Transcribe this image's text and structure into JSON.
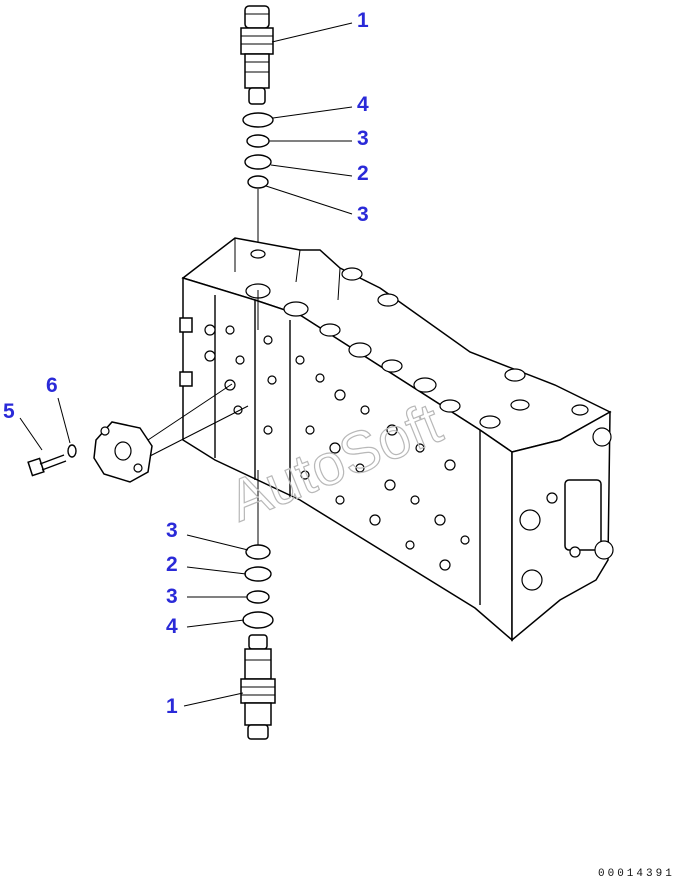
{
  "diagram": {
    "callouts": [
      {
        "id": "c-1-top",
        "label": "1"
      },
      {
        "id": "c-4-top",
        "label": "4"
      },
      {
        "id": "c-3-top-a",
        "label": "3"
      },
      {
        "id": "c-2-top",
        "label": "2"
      },
      {
        "id": "c-3-top-b",
        "label": "3"
      },
      {
        "id": "c-5",
        "label": "5"
      },
      {
        "id": "c-6",
        "label": "6"
      },
      {
        "id": "c-3-bot-a",
        "label": "3"
      },
      {
        "id": "c-2-bot",
        "label": "2"
      },
      {
        "id": "c-3-bot-b",
        "label": "3"
      },
      {
        "id": "c-4-bot",
        "label": "4"
      },
      {
        "id": "c-1-bot",
        "label": "1"
      }
    ],
    "watermark": "AutoSoft",
    "drawing_number": "00014391",
    "colors": {
      "callout": "#2a2ad8",
      "line": "#000000",
      "watermark": "#b8b8b8"
    }
  }
}
